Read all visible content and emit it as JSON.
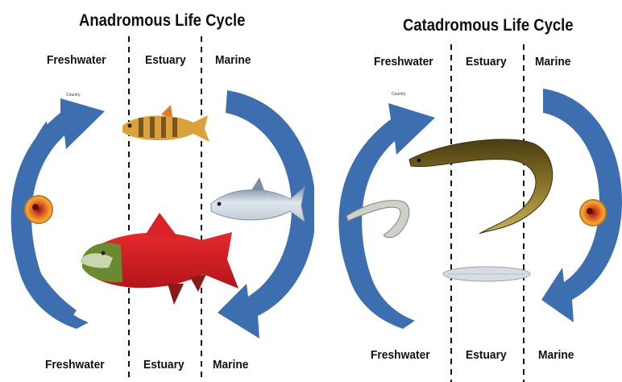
{
  "anadromous": {
    "title": "Anadromous Life Cycle",
    "top_labels": [
      "Freshwater",
      "Estuary",
      "Marine"
    ],
    "bottom_labels": [
      "Freshwater",
      "Estuary",
      "Marine"
    ],
    "arrow_text": "Country"
  },
  "catadromous": {
    "title": "Catadromous Life Cycle",
    "top_labels": [
      "Freshwater",
      "Estuary",
      "Marine"
    ],
    "bottom_labels": [
      "Freshwater",
      "Estuary",
      "Marine"
    ],
    "arrow_text": "Country"
  },
  "colors": {
    "arrow_blue": "#3d6fb0",
    "egg_orange": "#e8922b",
    "salmon_red": "#d8232a",
    "eel_brown": "#6b5a1e"
  },
  "icons": [
    "curved-arrow-icon",
    "egg-icon",
    "salmon-fry-icon",
    "ocean-salmon-icon",
    "spawning-salmon-icon",
    "eel-icon",
    "glass-eel-icon",
    "leptocephalus-icon"
  ]
}
